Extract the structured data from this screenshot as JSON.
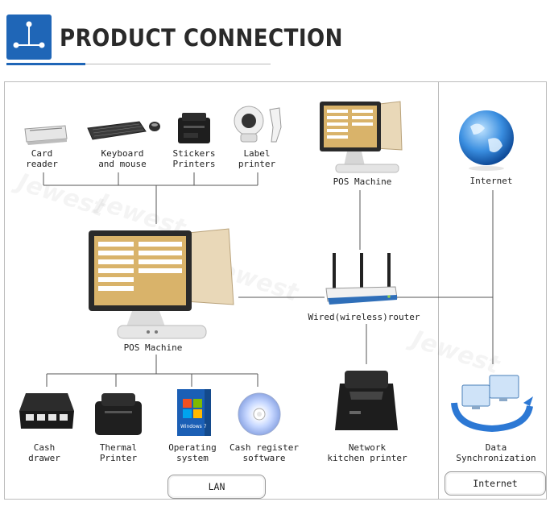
{
  "header": {
    "title": "PRODUCT CONNECTION"
  },
  "peripherals_top": [
    {
      "id": "card-reader",
      "label": "Card\nreader"
    },
    {
      "id": "keyboard-mouse",
      "label": "Keyboard\nand mouse"
    },
    {
      "id": "stickers-printers",
      "label": "Stickers\nPrinters"
    },
    {
      "id": "label-printer",
      "label": "Label\nprinter"
    }
  ],
  "pos_top": {
    "label": "POS Machine"
  },
  "pos_main": {
    "label": "POS Machine"
  },
  "router": {
    "label": "Wired(wireless)router"
  },
  "internet": {
    "label": "Internet"
  },
  "peripherals_bottom": [
    {
      "id": "cash-drawer",
      "label": "Cash\ndrawer"
    },
    {
      "id": "thermal-printer",
      "label": "Thermal\nPrinter"
    },
    {
      "id": "operating-system",
      "label": "Operating\nsystem"
    },
    {
      "id": "cash-register-software",
      "label": "Cash register\nsoftware"
    }
  ],
  "network_printer": {
    "label": "Network\nkitchen printer"
  },
  "data_sync": {
    "label": "Data\nSynchronization"
  },
  "zones": {
    "lan": "LAN",
    "internet": "Internet"
  },
  "os_logo_text": "Windows 7",
  "watermark": "Jewest",
  "colors": {
    "brand_blue": "#1f66b7",
    "line": "#555555",
    "frame": "#bcbcbc",
    "screen_gold": "#d9b36a"
  }
}
